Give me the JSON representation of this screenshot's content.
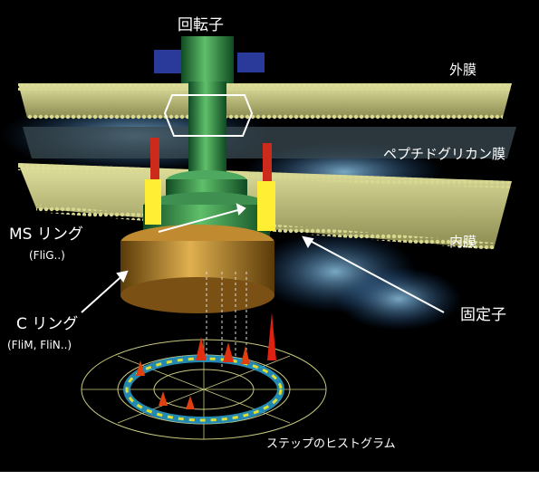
{
  "labels": {
    "rotor": "回転子",
    "outer_membrane": "外膜",
    "peptidoglycan": "ペプチドグリカン膜",
    "inner_membrane": "内膜",
    "ms_ring": "MS リング",
    "ms_ring_sub": "(FliG..)",
    "c_ring": "C リング",
    "c_ring_sub": "(FliM, FliN..)",
    "stator": "固定子",
    "histogram": "ステップのヒストグラム"
  },
  "colors": {
    "background": "#000000",
    "membrane": "#c8c878",
    "rotor_green": "#2f8a4a",
    "c_ring_gold": "#b8862a",
    "stator_red": "#cc2a1a",
    "stator_yellow": "#ffee33",
    "rod_blue": "#2a3a9a"
  }
}
